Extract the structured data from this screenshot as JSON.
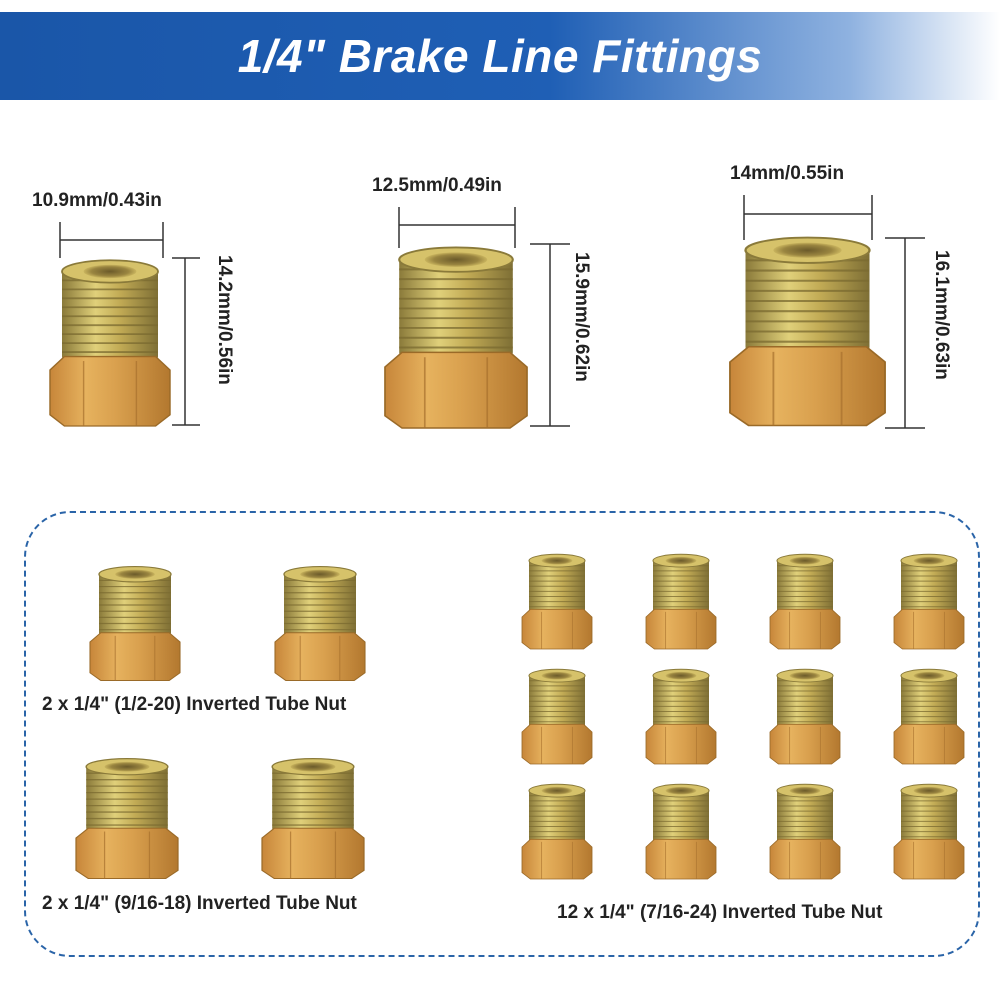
{
  "banner": {
    "title": "1/4\" Brake Line Fittings",
    "color_left": "#1a56a8"
  },
  "dimensions": [
    {
      "width_label": "10.9mm/0.43in",
      "height_label": "14.2mm/0.56in"
    },
    {
      "width_label": "12.5mm/0.49in",
      "height_label": "15.9mm/0.62in"
    },
    {
      "width_label": "14mm/0.55in",
      "height_label": "16.1mm/0.63in"
    }
  ],
  "groups": [
    {
      "caption": "2 x 1/4\" (1/2-20) Inverted Tube Nut",
      "count": 2
    },
    {
      "caption": "2 x 1/4\" (9/16-18) Inverted Tube Nut",
      "count": 2
    },
    {
      "caption": "12 x 1/4\" (7/16-24) Inverted Tube Nut",
      "count": 12
    }
  ],
  "colors": {
    "brass_light": "#d8c56a",
    "brass_mid": "#b9a04a",
    "brass_dark": "#8a7a3a",
    "hex_orange": "#d79a4a",
    "dashed_border": "#2a64a8"
  },
  "icons": [
    "tube-nut-icon"
  ]
}
